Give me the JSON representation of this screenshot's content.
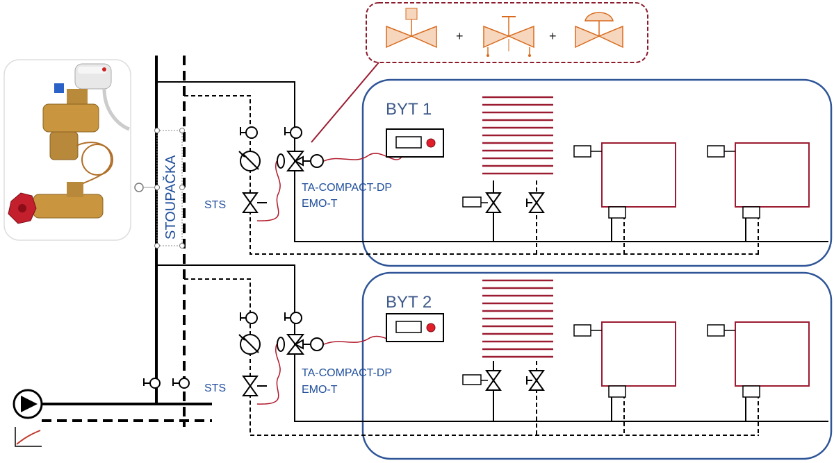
{
  "riser_label": "STOUPAČKA",
  "apartments": [
    {
      "title": "BYT 1",
      "valve_label_line1": "TA-COMPACT-DP",
      "valve_label_line2": "EMO-T",
      "sts_label": "STS"
    },
    {
      "title": "BYT 2",
      "valve_label_line1": "TA-COMPACT-DP",
      "valve_label_line2": "EMO-T",
      "sts_label": "STS"
    }
  ],
  "callout": {
    "plus_1": "+",
    "plus_2": "+"
  },
  "icons": {
    "pump": "pump-icon",
    "actuator_valve": "actuator-valve-photo",
    "thermostat": "room-thermostat-icon",
    "radiator": "radiator-icon",
    "convector": "towel-radiator-icon"
  },
  "colors": {
    "label_blue": "#1f4e9c",
    "box_border": "#2f5597",
    "radiator_red": "#9b1b30",
    "callout_border": "#8b1a2b",
    "callout_symbols": "#d86a1e"
  }
}
